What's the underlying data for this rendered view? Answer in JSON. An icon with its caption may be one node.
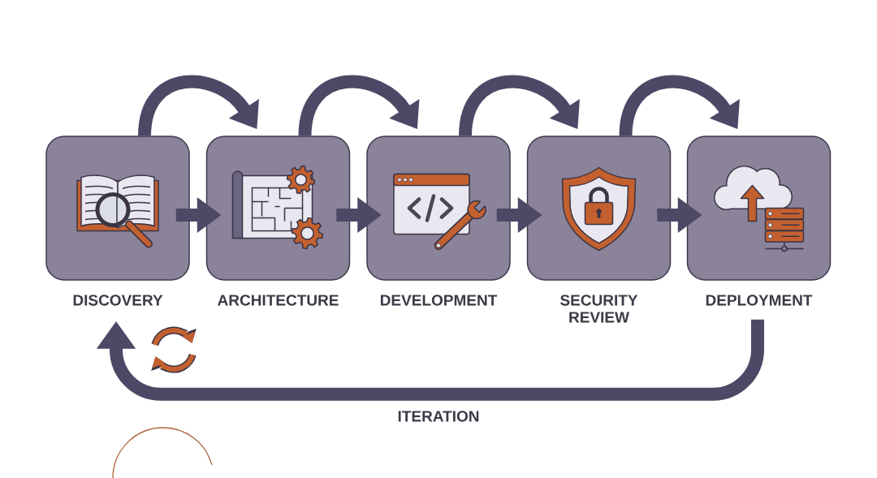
{
  "diagram": {
    "nodes": [
      {
        "text": [
          "DISCOVERY"
        ]
      },
      {
        "text": [
          "ARCHITECTURE"
        ]
      },
      {
        "text": [
          "DEVELOPMENT"
        ]
      },
      {
        "text": [
          "SECURITY REVIEW"
        ]
      },
      {
        "text": [
          "DEPLOYMENT"
        ]
      }
    ],
    "edges": [
      {
        "from": 0,
        "to": 1,
        "arrow": "to"
      },
      {
        "from": 1,
        "to": 2,
        "arrow": "to"
      },
      {
        "from": 2,
        "to": 3,
        "arrow": "to"
      },
      {
        "from": 3,
        "to": 4,
        "arrow": "to"
      },
      {
        "from": 0,
        "to": 1,
        "arrow": "to"
      },
      {
        "from": 1,
        "to": 2,
        "arrow": "to"
      },
      {
        "from": 2,
        "to": 3,
        "arrow": "to"
      },
      {
        "from": 3,
        "to": 4,
        "arrow": "to"
      },
      {
        "from": 4,
        "to": 0,
        "arrow": "to",
        "label": "ITERATION"
      }
    ]
  }
}
